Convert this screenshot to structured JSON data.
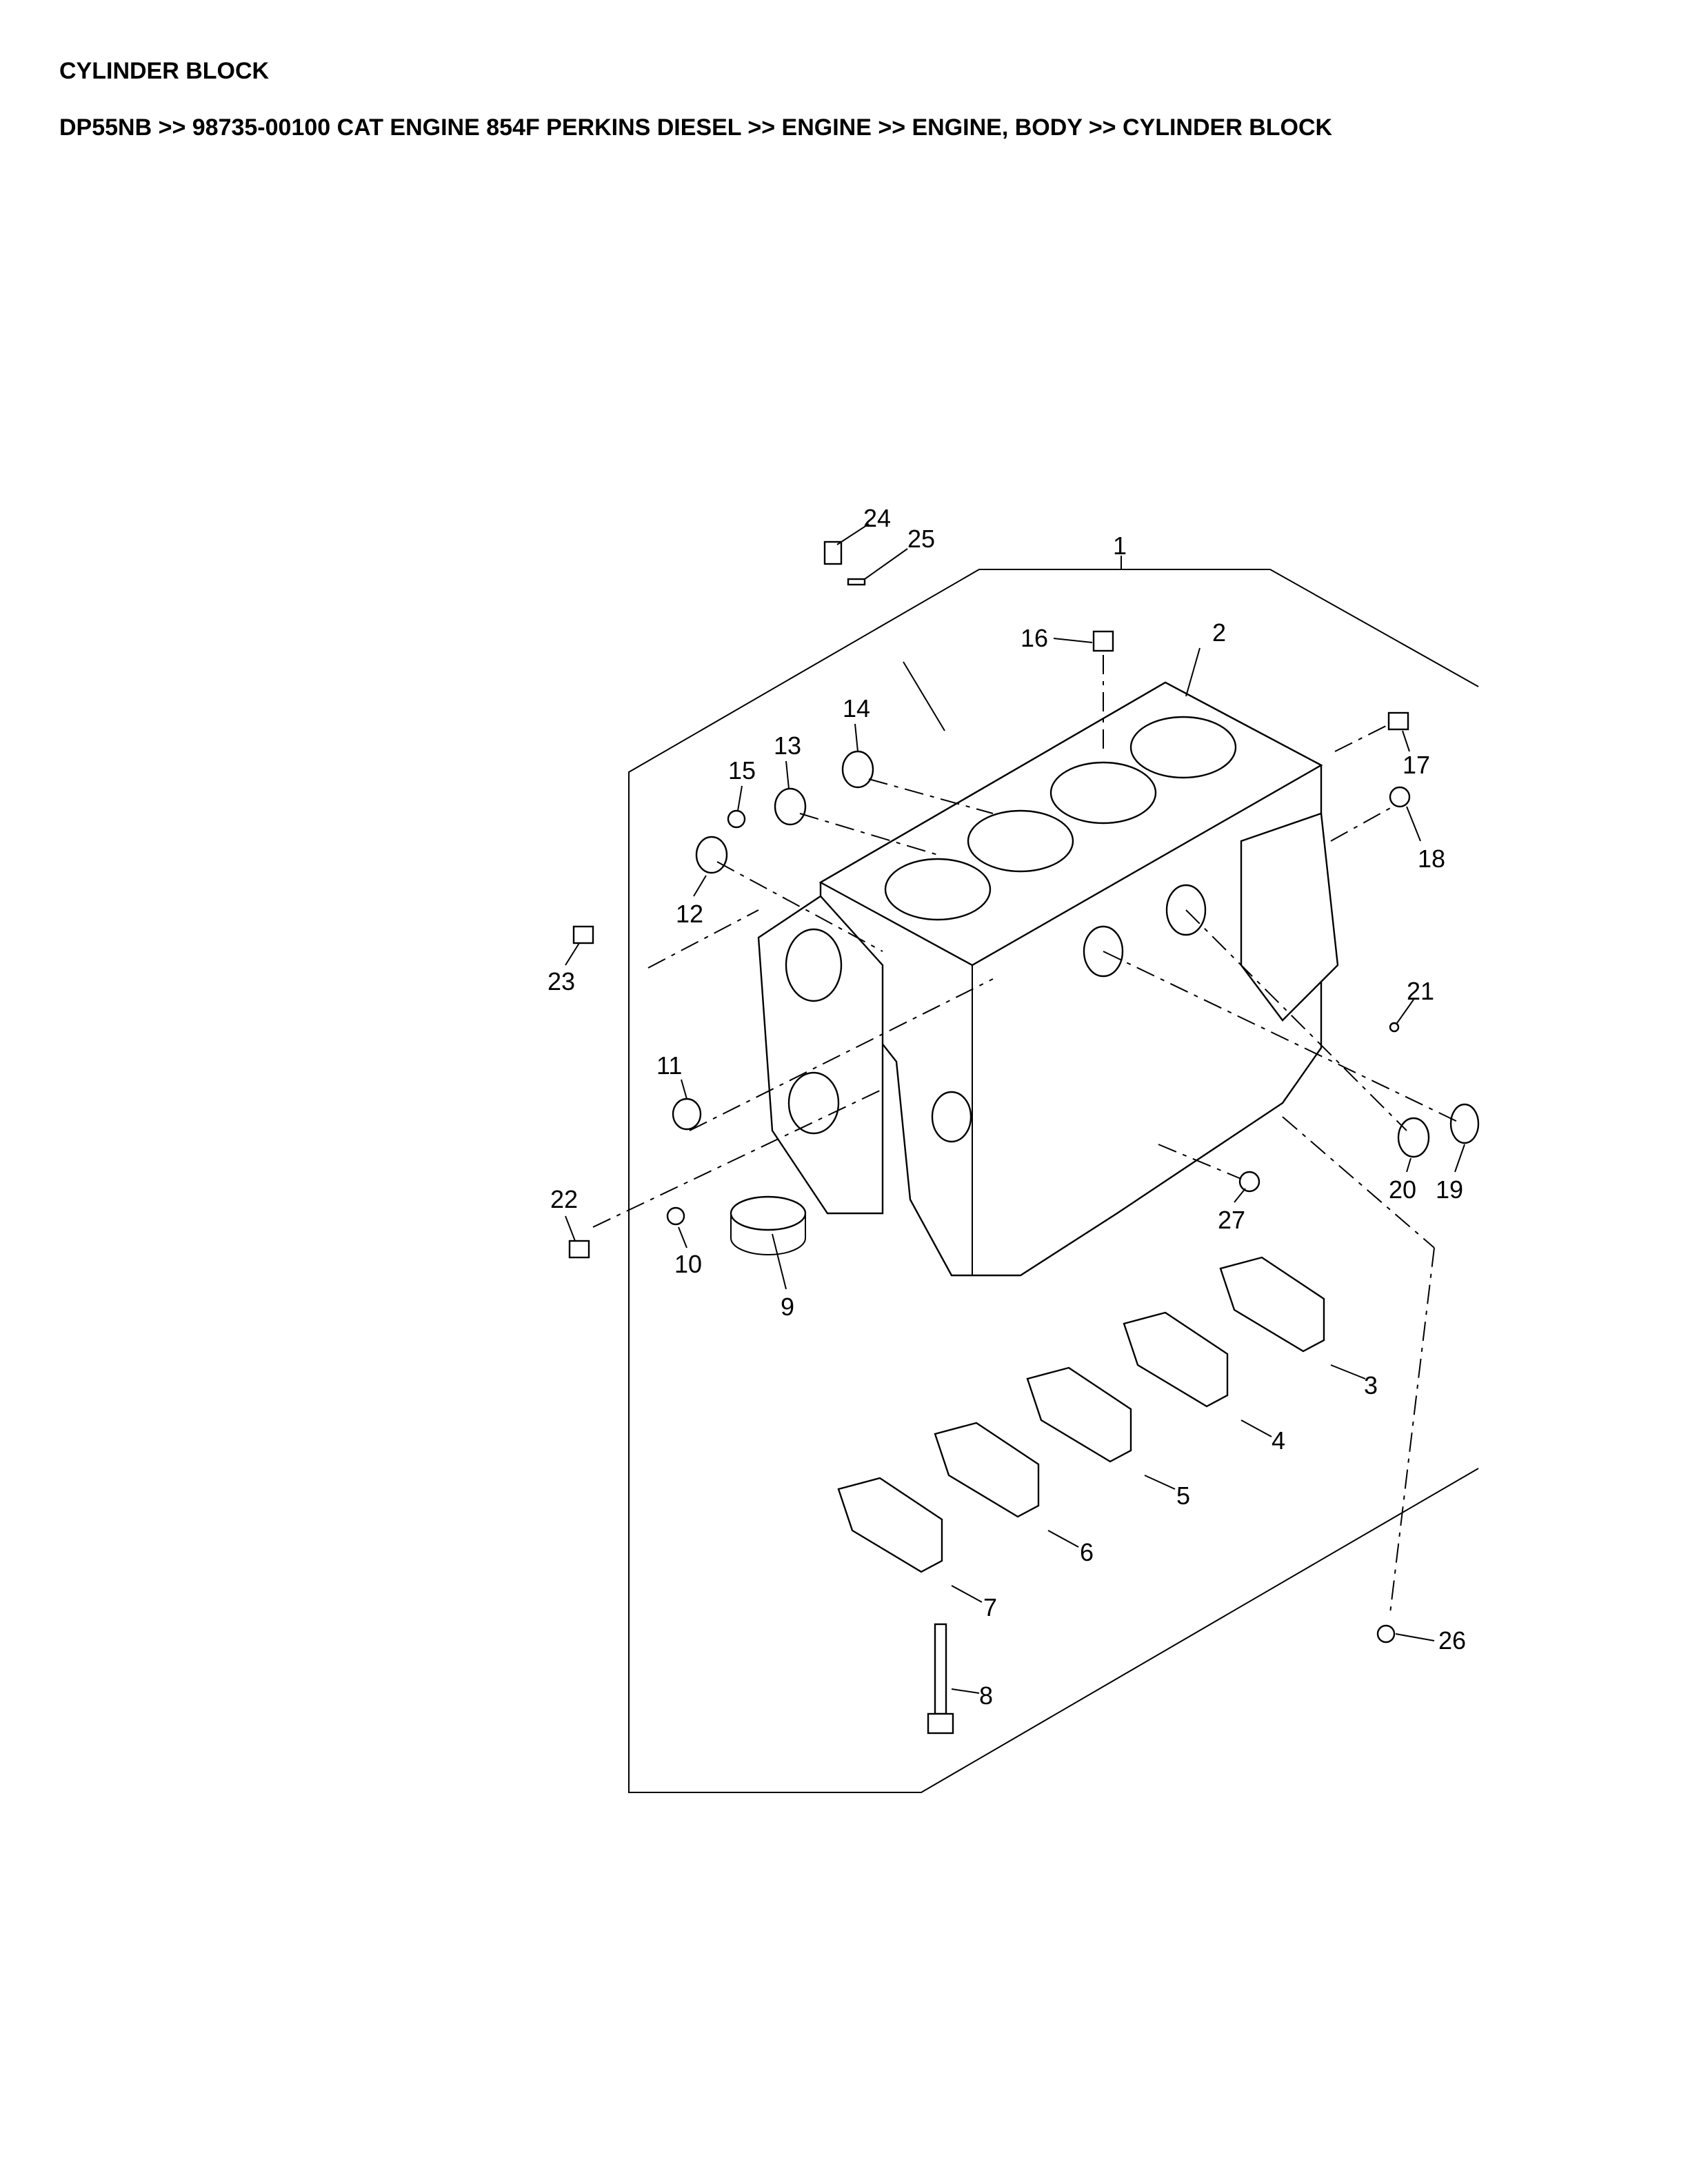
{
  "page": {
    "title": "CYLINDER BLOCK",
    "breadcrumb": "DP55NB >> 98735-00100 CAT ENGINE 854F PERKINS DIESEL >> ENGINE >> ENGINE, BODY >> CYLINDER BLOCK"
  },
  "diagram": {
    "callouts": [
      "1",
      "2",
      "3",
      "4",
      "5",
      "6",
      "7",
      "8",
      "9",
      "10",
      "11",
      "12",
      "13",
      "14",
      "15",
      "16",
      "17",
      "18",
      "19",
      "20",
      "21",
      "22",
      "23",
      "24",
      "25",
      "26",
      "27"
    ]
  }
}
